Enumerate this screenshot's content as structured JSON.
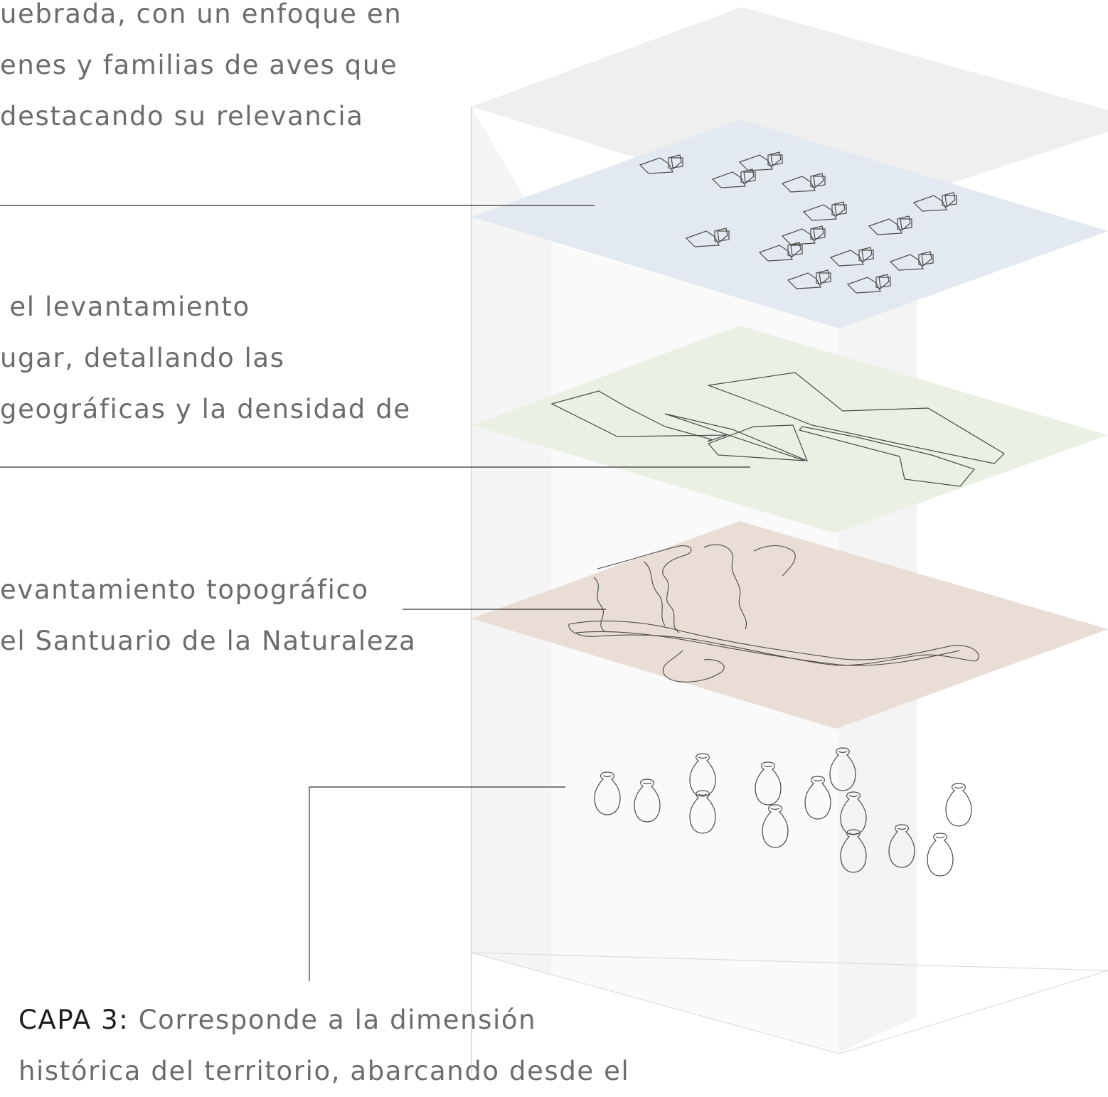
{
  "layer4_text": {
    "lines": [
      "uebrada, con un enfoque en",
      "enes y familias de aves que",
      "destacando su relevancia"
    ]
  },
  "layer3b_text": {
    "lines": [
      " el levantamiento",
      "ugar, detallando las",
      "geográficas y la densidad de"
    ]
  },
  "layer2_text": {
    "lines": [
      "evantamiento topográfico",
      "el Santuario de la Naturaleza"
    ]
  },
  "layer1_text": {
    "label": "CAPA 3:",
    "line1": " Corresponde a la dimensión",
    "line2": "histórica del territorio, abarcando desde el"
  },
  "colors": {
    "birds_plane": "#e3e9f0",
    "land_plane": "#eaf1e4",
    "topo_plane": "#e9ddd5",
    "top_plane": "#efefef",
    "column": "#f4f4f4",
    "leader_line": "#333333",
    "caption_label": "#1d1d1d",
    "caption_text": "#6c6c6c"
  },
  "icons": [
    "bird-silhouette-icon",
    "clay-vessel-icon"
  ]
}
